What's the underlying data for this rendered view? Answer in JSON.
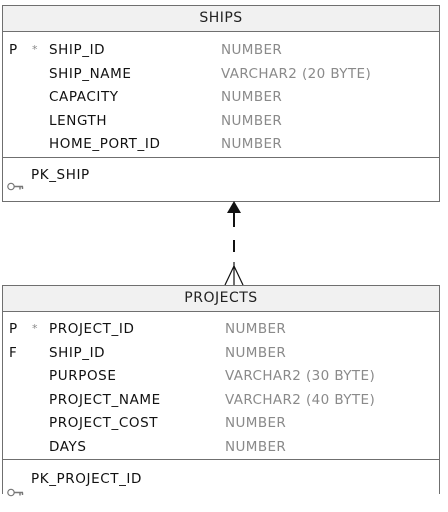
{
  "ships": {
    "title": "SHIPS",
    "columns": [
      {
        "key": "P",
        "star": "*",
        "name": "SHIP_ID",
        "type": "NUMBER"
      },
      {
        "key": "",
        "star": "",
        "name": "SHIP_NAME",
        "type": "VARCHAR2 (20 BYTE)"
      },
      {
        "key": "",
        "star": "",
        "name": "CAPACITY",
        "type": "NUMBER"
      },
      {
        "key": "",
        "star": "",
        "name": "LENGTH",
        "type": "NUMBER"
      },
      {
        "key": "",
        "star": "",
        "name": "HOME_PORT_ID",
        "type": "NUMBER"
      }
    ],
    "key_name": "PK_SHIP"
  },
  "projects": {
    "title": "PROJECTS",
    "columns": [
      {
        "key": "P",
        "star": "*",
        "name": "PROJECT_ID",
        "type": "NUMBER"
      },
      {
        "key": "F",
        "star": "",
        "name": "SHIP_ID",
        "type": "NUMBER"
      },
      {
        "key": "",
        "star": "",
        "name": "PURPOSE",
        "type": "VARCHAR2 (30 BYTE)"
      },
      {
        "key": "",
        "star": "",
        "name": "PROJECT_NAME",
        "type": "VARCHAR2 (40 BYTE)"
      },
      {
        "key": "",
        "star": "",
        "name": "PROJECT_COST",
        "type": "NUMBER"
      },
      {
        "key": "",
        "star": "",
        "name": "DAYS",
        "type": "NUMBER"
      }
    ],
    "key_name": "PK_PROJECT_ID"
  },
  "colors": {
    "border": "#6f6f6f",
    "header_bg": "#f1f1f1",
    "type_text": "#8a8a8a",
    "connector": "#111111"
  }
}
